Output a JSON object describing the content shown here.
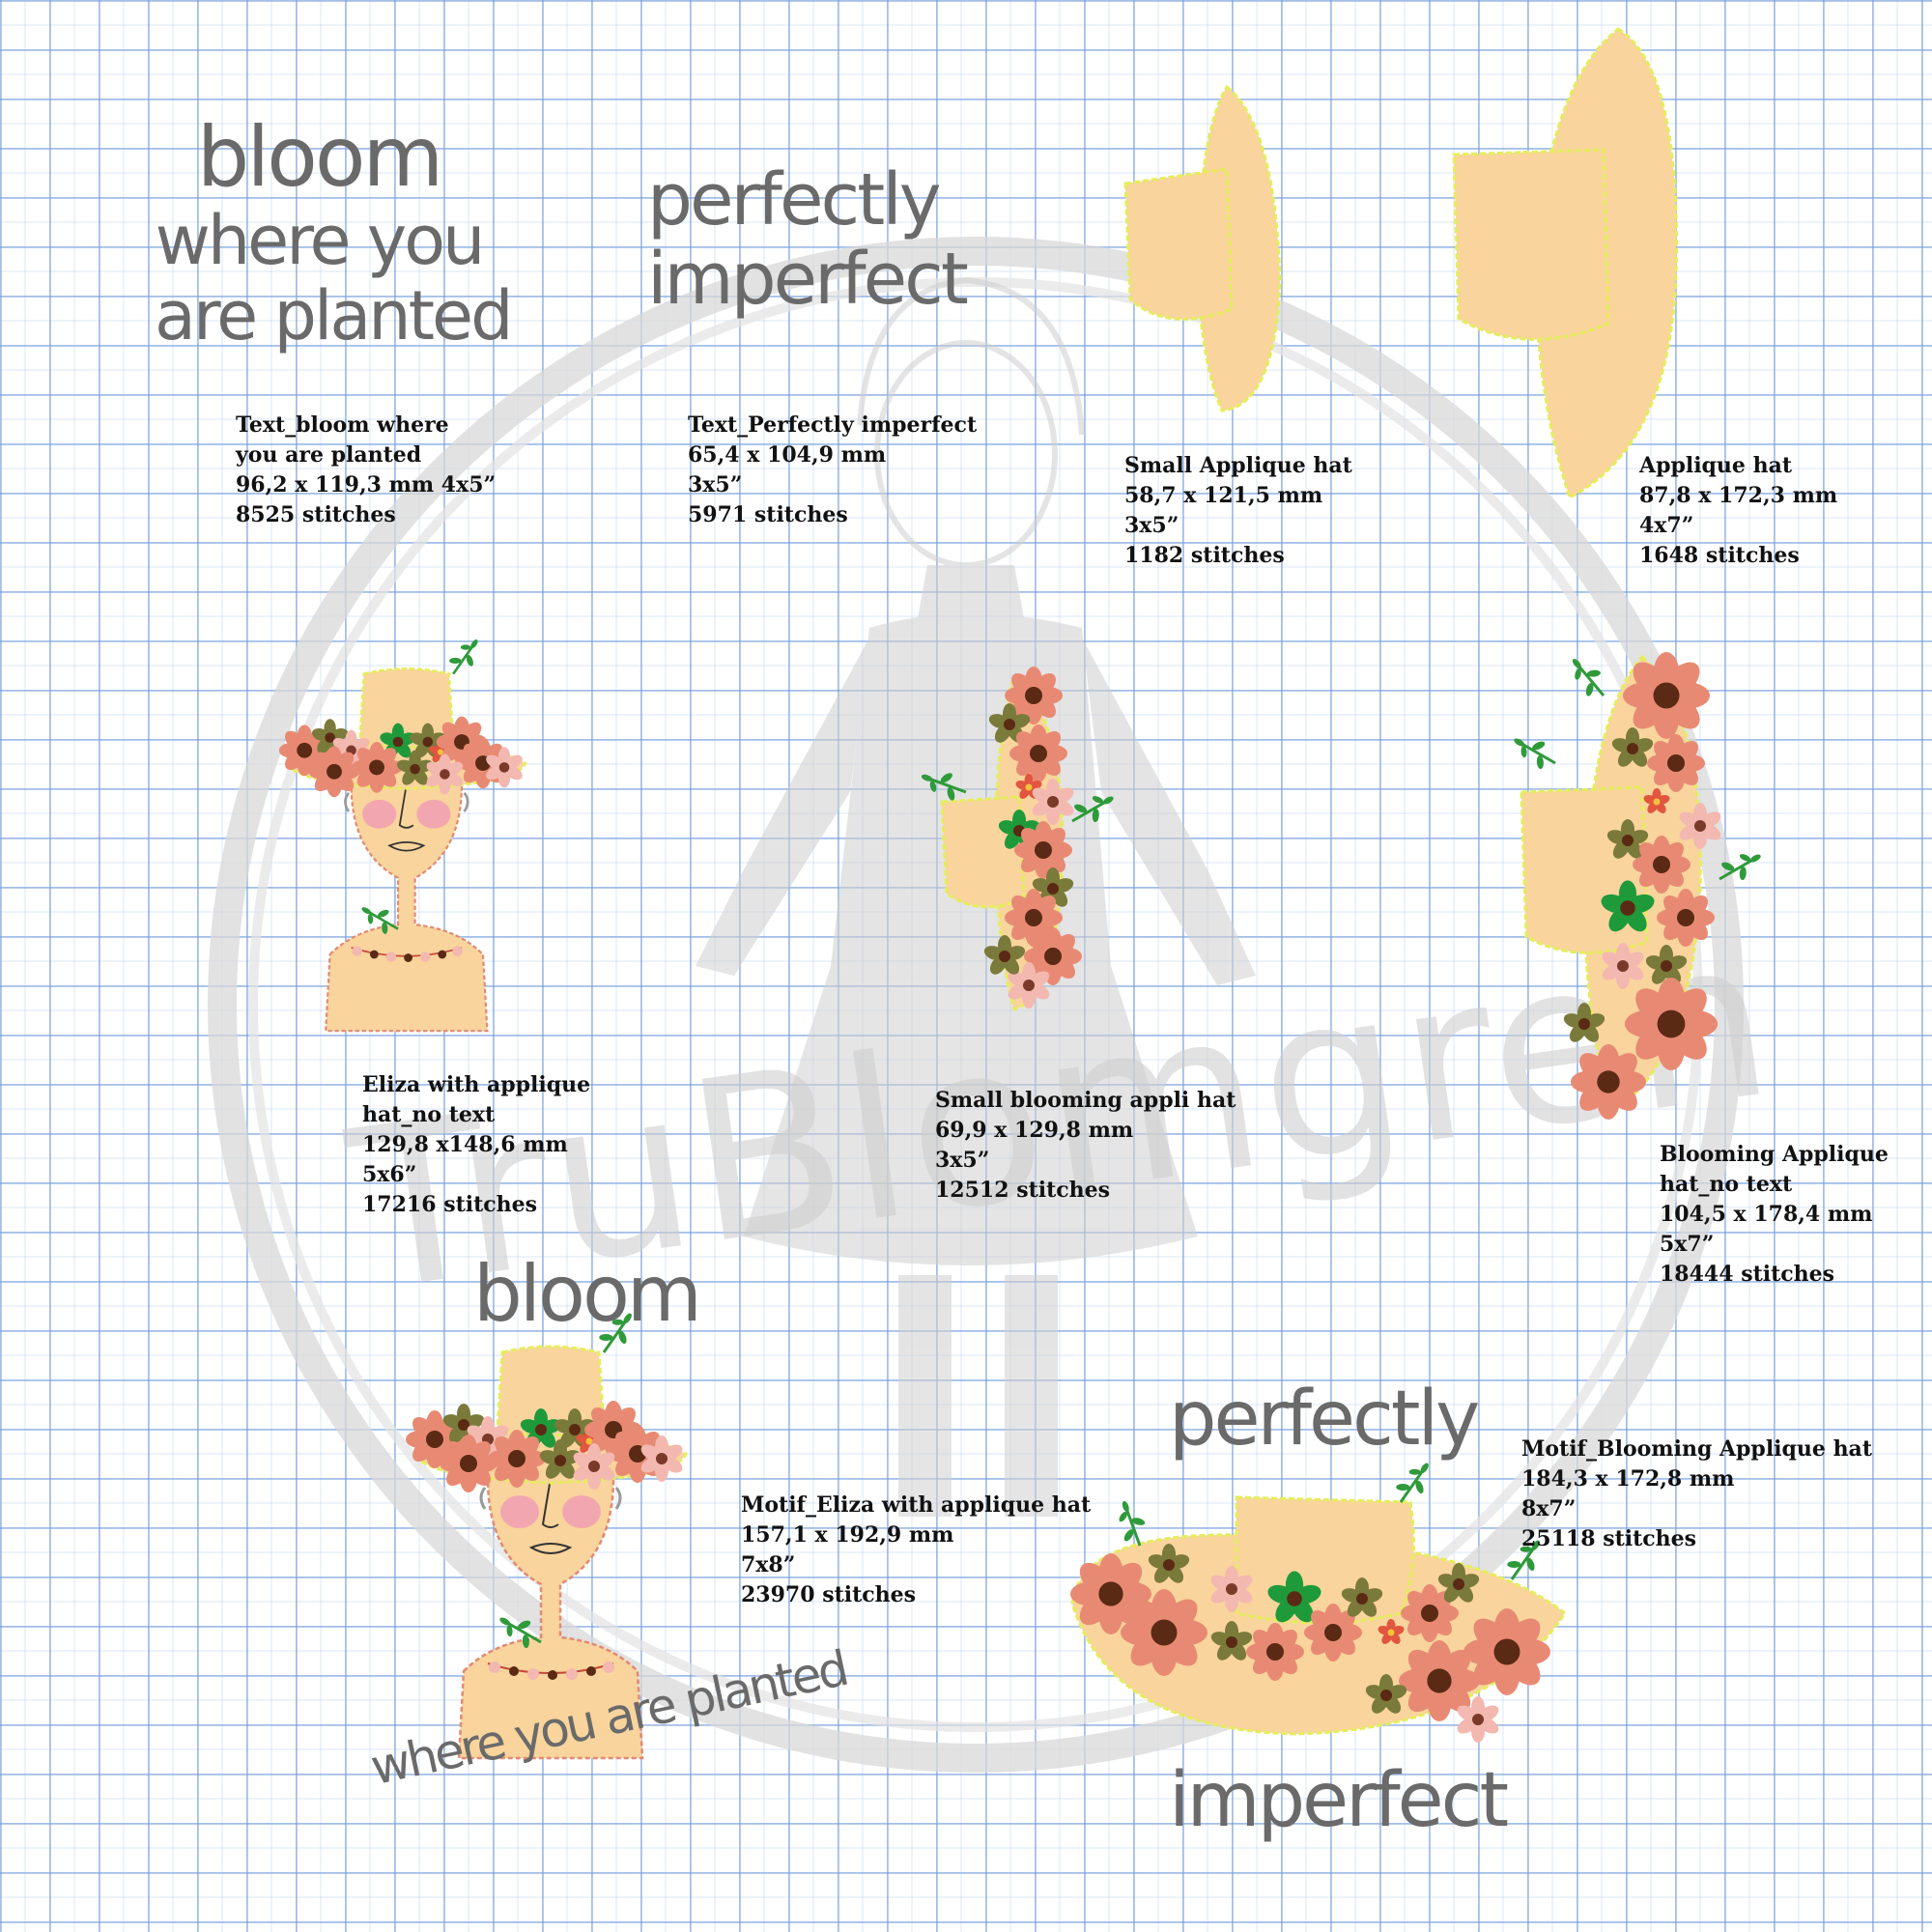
{
  "colors": {
    "hat_fill": "#f9d49c",
    "hat_outline": "#e4ee5a",
    "skin": "#f9d49c",
    "petal_salmon": "#e88a73",
    "petal_pink": "#f3b8b0",
    "petal_olive": "#7a7a3a",
    "flower_center": "#5a2a14",
    "leaf_green": "#2f9a3a",
    "watermark_grey": "#d6d6d6",
    "handwriting_grey": "#6a6a6a",
    "grid_blue": "#9ebce6"
  },
  "watermark": {
    "text": "TruBlomgren"
  },
  "texts": {
    "bloom_where": [
      "bloom",
      "where you",
      "are planted"
    ],
    "perfectly_imperfect": [
      "perfectly",
      "imperfect"
    ],
    "bloom_motif_top": "bloom",
    "bloom_motif_bottom": "where you are planted",
    "perfectly_motif_top": "perfectly",
    "perfectly_motif_bottom": "imperfect"
  },
  "designs": [
    {
      "id": "text-bloom",
      "lines": [
        "Text_bloom where",
        "you are planted",
        "96,2 x 119,3 mm 4x5”",
        "8525 stitches"
      ]
    },
    {
      "id": "text-perfectly",
      "lines": [
        "Text_Perfectly imperfect",
        "65,4 x 104,9 mm",
        "3x5”",
        "5971 stitches"
      ]
    },
    {
      "id": "small-applique-hat",
      "lines": [
        "Small Applique hat",
        "58,7 x 121,5 mm",
        "3x5”",
        "1182 stitches"
      ]
    },
    {
      "id": "applique-hat",
      "lines": [
        "Applique hat",
        "87,8 x 172,3 mm",
        "4x7”",
        "1648 stitches"
      ]
    },
    {
      "id": "eliza-no-text",
      "lines": [
        "Eliza with applique",
        "hat_no text",
        "129,8 x148,6 mm",
        "5x6”",
        "17216 stitches"
      ]
    },
    {
      "id": "small-blooming",
      "lines": [
        "Small blooming appli hat",
        "69,9 x 129,8 mm",
        "3x5”",
        "12512 stitches"
      ]
    },
    {
      "id": "blooming-no-text",
      "lines": [
        "Blooming Applique",
        "hat_no text",
        "104,5 x 178,4 mm",
        "5x7”",
        "18444 stitches"
      ]
    },
    {
      "id": "motif-eliza",
      "lines": [
        "Motif_Eliza with applique hat",
        "157,1 x 192,9 mm",
        "7x8”",
        "23970 stitches"
      ]
    },
    {
      "id": "motif-blooming",
      "lines": [
        "Motif_Blooming Applique hat",
        "184,3 x 172,8 mm",
        "8x7”",
        "25118 stitches"
      ]
    }
  ]
}
